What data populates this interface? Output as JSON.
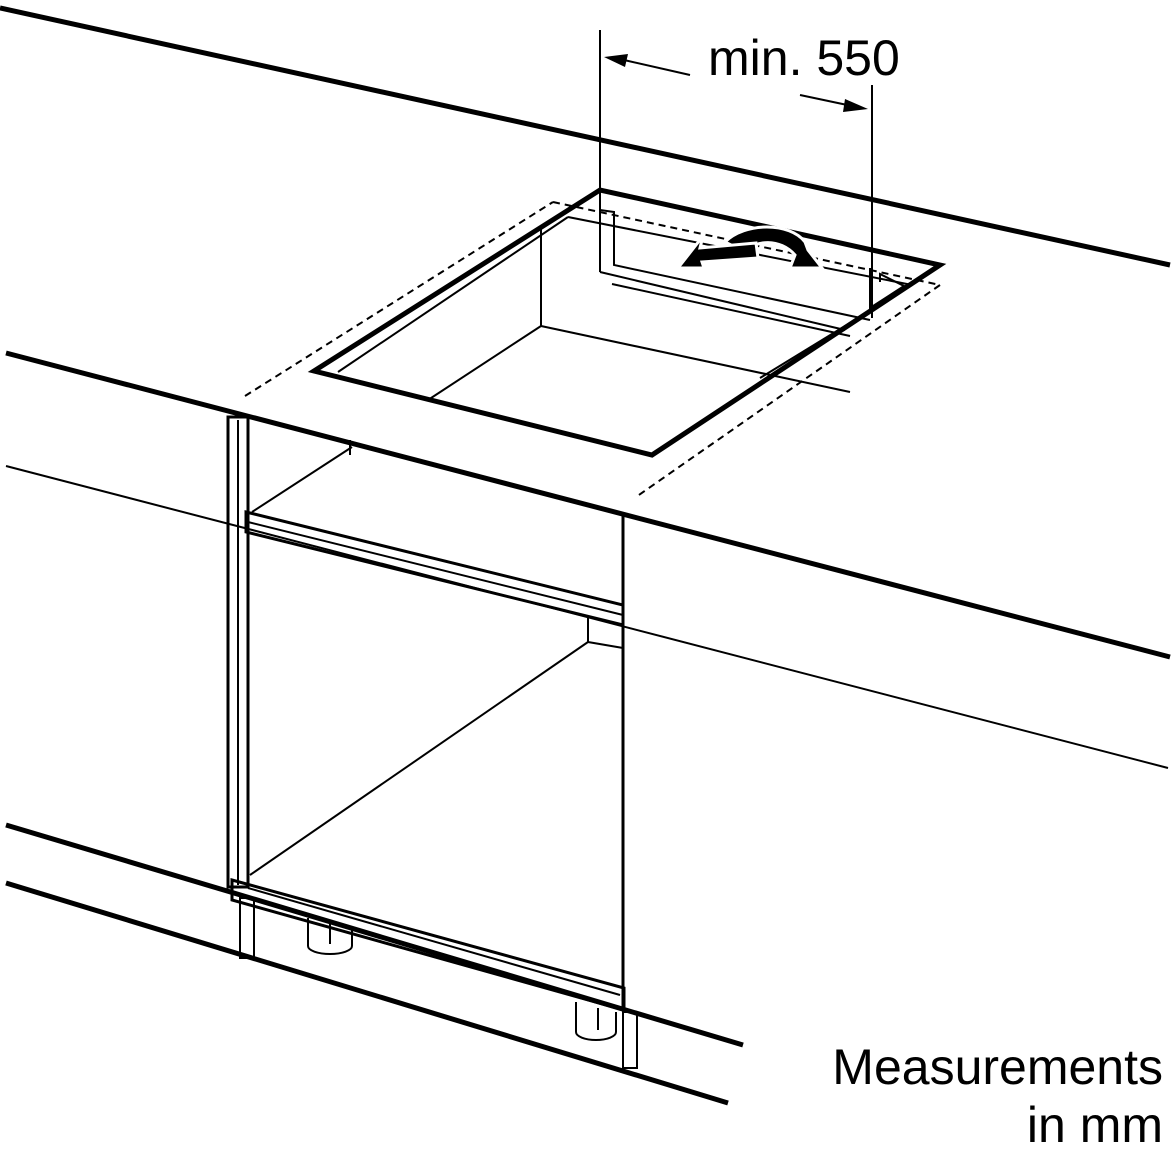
{
  "diagram": {
    "dimension_label": "min. 550",
    "units_note": {
      "line1": "Measurements",
      "line2": "in mm"
    }
  }
}
